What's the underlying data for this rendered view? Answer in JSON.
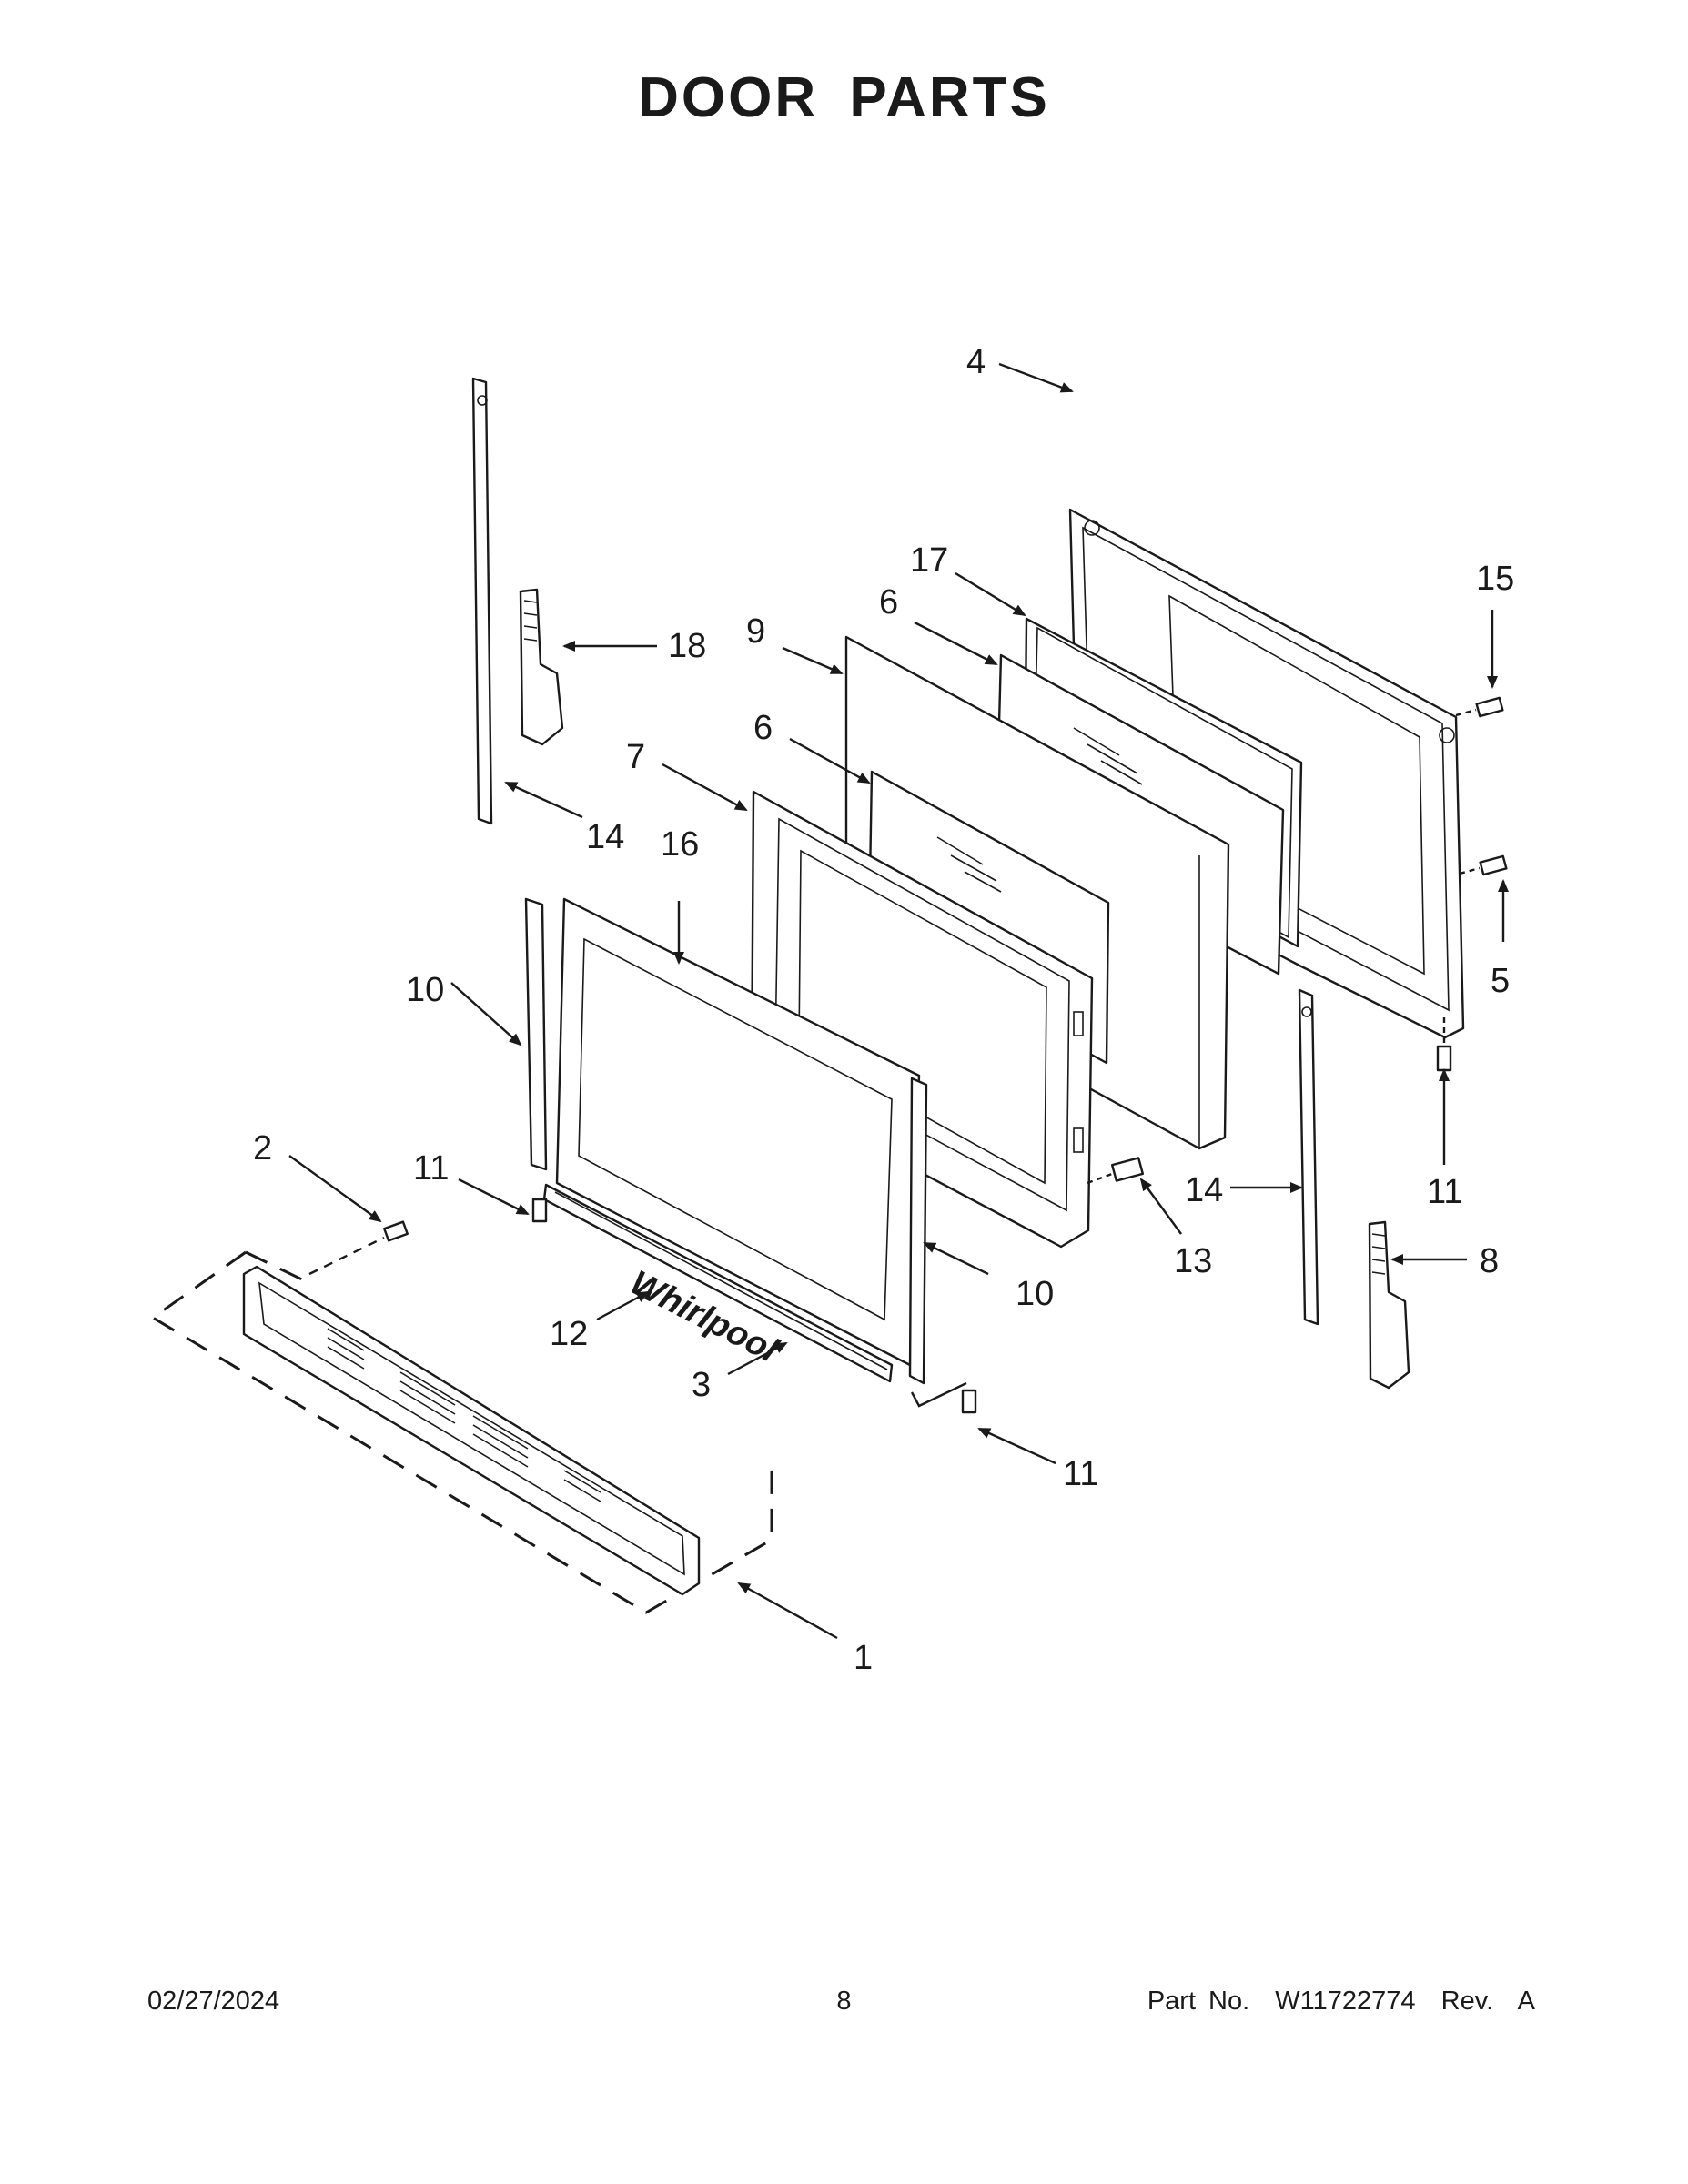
{
  "title": "DOOR PARTS",
  "footer": {
    "date": "02/27/2024",
    "page": "8",
    "part_number": "Part No.  W11722774  Rev.  A"
  },
  "callouts": {
    "c1": "1",
    "c2": "2",
    "c3": "3",
    "c4": "4",
    "c5": "5",
    "c6a": "6",
    "c6b": "6",
    "c7": "7",
    "c8": "8",
    "c9": "9",
    "c10a": "10",
    "c10b": "10",
    "c11a": "11",
    "c11b": "11",
    "c11c": "11",
    "c12": "12",
    "c13": "13",
    "c14a": "14",
    "c14b": "14",
    "c15": "15",
    "c16": "16",
    "c17": "17",
    "c18": "18"
  },
  "logo_text": "Whirlpool"
}
